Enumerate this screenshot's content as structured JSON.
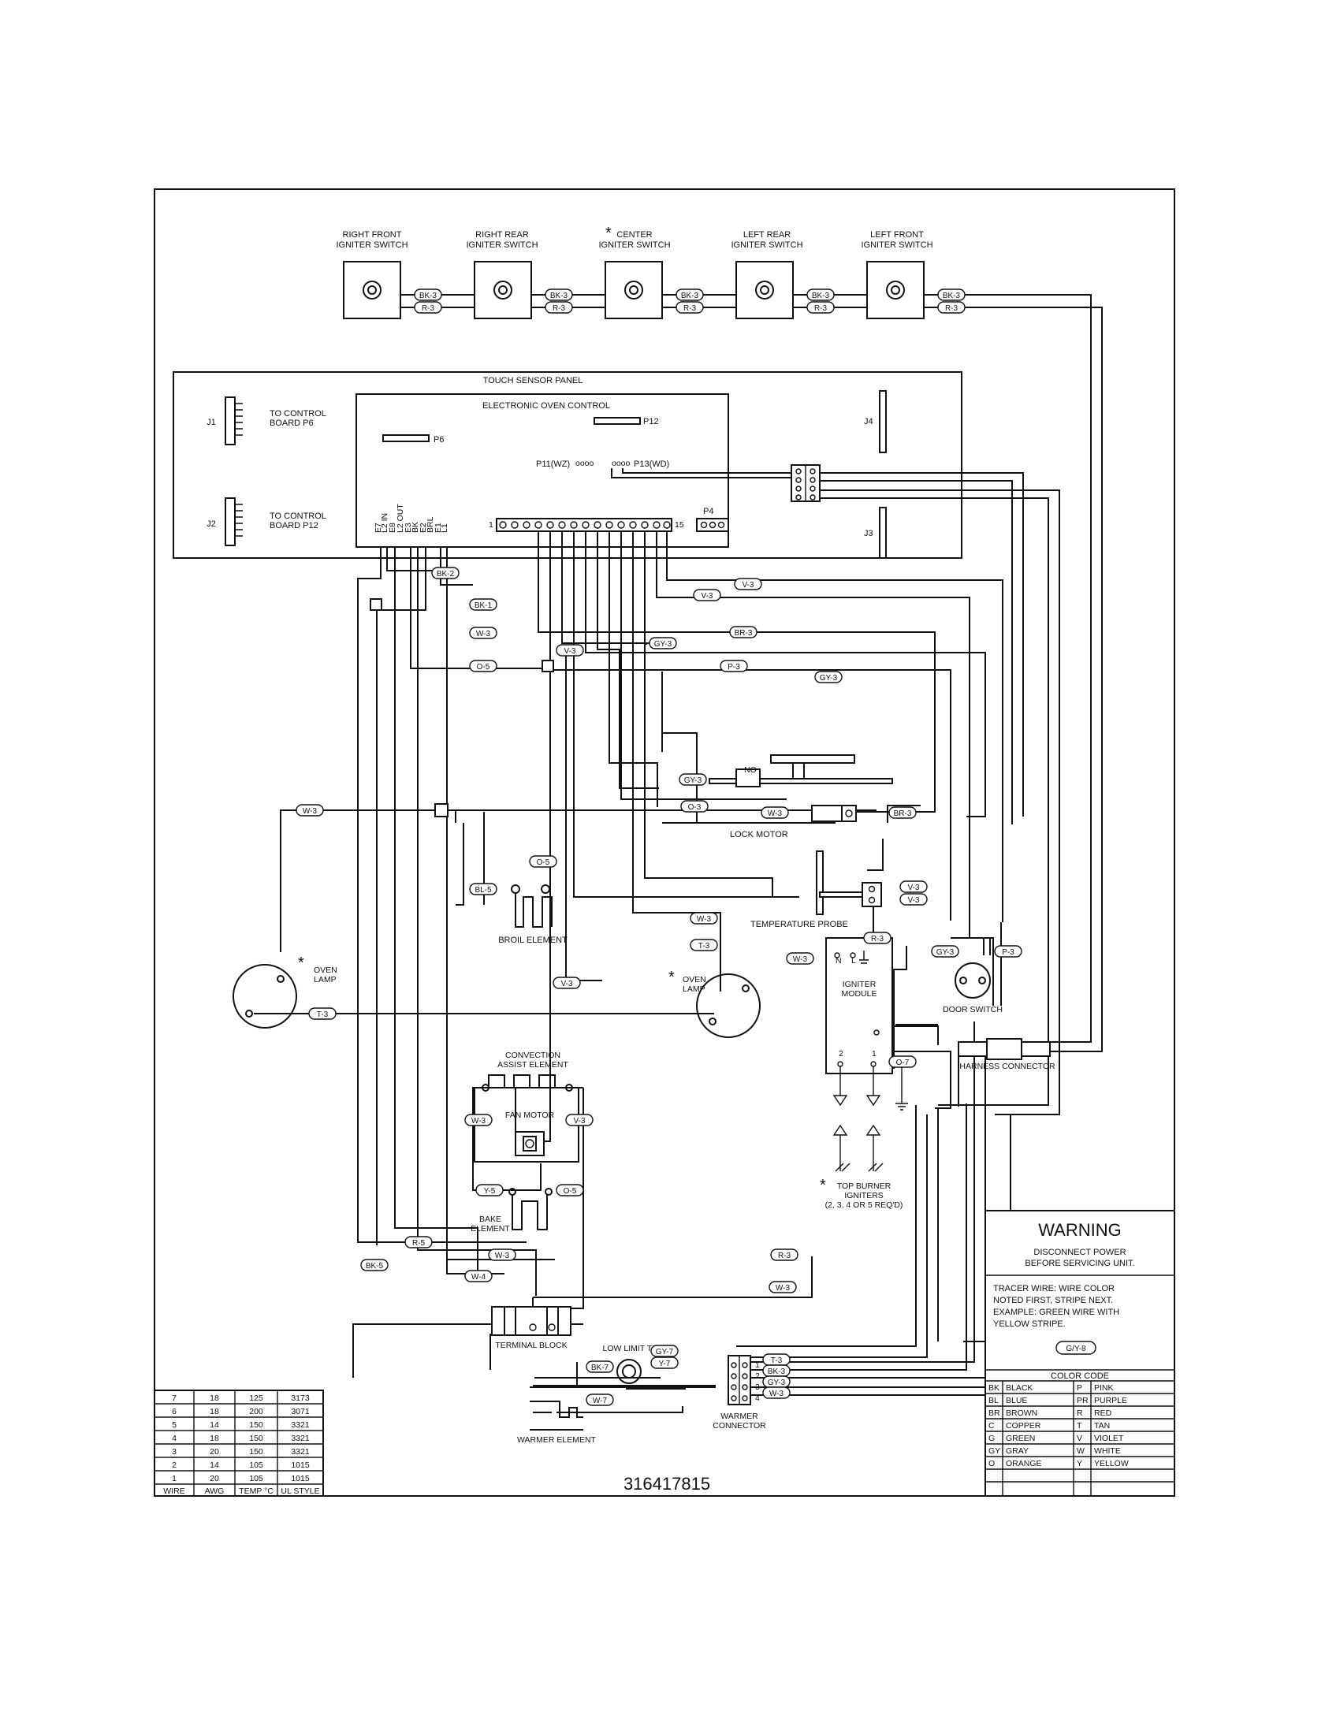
{
  "switches": [
    {
      "line1": "RIGHT FRONT",
      "line2": "IGNITER SWITCH"
    },
    {
      "line1": "RIGHT REAR",
      "line2": "IGNITER SWITCH"
    },
    {
      "line1": "CENTER",
      "line2": "IGNITER SWITCH"
    },
    {
      "line1": "LEFT REAR",
      "line2": "IGNITER SWITCH"
    },
    {
      "line1": "LEFT FRONT",
      "line2": "IGNITER SWITCH"
    }
  ],
  "switch_tags": [
    "BK-3",
    "R-3"
  ],
  "touch_panel": {
    "title": "TOUCH SENSOR PANEL",
    "j1": "J1",
    "j1_text1": "TO CONTROL",
    "j1_text2": "BOARD P6",
    "j2": "J2",
    "j2_text1": "TO CONTROL",
    "j2_text2": "BOARD P12",
    "j3": "J3",
    "j4": "J4"
  },
  "control": {
    "title": "ELECTRONIC OVEN CONTROL",
    "p6": "P6",
    "p12": "P12",
    "p11": "P11(WZ)",
    "p13": "P13(WD)",
    "p4": "P4",
    "pin_first": "1",
    "pin_last": "15",
    "relays": [
      "E7",
      "L2 IN",
      "E8",
      "L2 OUT",
      "E3",
      "BK",
      "E2",
      "BRL",
      "E1",
      "L1"
    ]
  },
  "wire_tags": [
    "BK-2",
    "BK-1",
    "V-3",
    "V-3",
    "BR-3",
    "W-3",
    "GY-3",
    "O-5",
    "V-3",
    "P-3",
    "GY-3",
    "GY-3",
    "O-3",
    "W-3",
    "BR-3",
    "W-3",
    "V-3",
    "V-3",
    "BL-5",
    "O-5",
    "W-3",
    "T-3",
    "R-3",
    "W-3",
    "GY-3",
    "P-3",
    "T-3",
    "V-3",
    "O-7",
    "W-3",
    "V-3",
    "Y-5",
    "O-5",
    "R-5",
    "W-3",
    "R-3",
    "BK-5",
    "W-4",
    "W-3",
    "GY-7",
    "Y-7",
    "BK-7",
    "W-7",
    "T-3",
    "BK-3",
    "GY-3",
    "W-3"
  ],
  "labels": {
    "no": "NO",
    "lock_motor": "LOCK MOTOR",
    "temp_probe": "TEMPERATURE PROBE",
    "broil": "BROIL ELEMENT",
    "oven_lamp_1": "OVEN",
    "oven_lamp_2": "LAMP",
    "igniter_1": "IGNITER",
    "igniter_2": "MODULE",
    "n": "N",
    "l": "L",
    "pin2": "2",
    "pin1": "1",
    "door_switch": "DOOR SWITCH",
    "harness": "HARNESS CONNECTOR",
    "conv_1": "CONVECTION",
    "conv_2": "ASSIST ELEMENT",
    "fan_motor": "FAN MOTOR",
    "top_1": "TOP BURNER",
    "top_2": "IGNITERS",
    "top_3": "(2, 3, 4 OR 5 REQ'D)",
    "bake_1": "BAKE",
    "bake_2": "ELEMENT",
    "terminal_block": "TERMINAL BLOCK",
    "low_limit": "LOW LIMIT THM",
    "warmer_element": "WARMER ELEMENT",
    "warmer_conn_1": "WARMER",
    "warmer_conn_2": "CONNECTOR",
    "wc_pins": [
      "1",
      "2",
      "3",
      "4"
    ],
    "part_number": "316417815"
  },
  "wire_table": {
    "headers": [
      "WIRE",
      "AWG",
      "TEMP °C",
      "UL STYLE"
    ],
    "rows": [
      [
        "7",
        "18",
        "125",
        "3173"
      ],
      [
        "6",
        "18",
        "200",
        "3071"
      ],
      [
        "5",
        "14",
        "150",
        "3321"
      ],
      [
        "4",
        "18",
        "150",
        "3321"
      ],
      [
        "3",
        "20",
        "150",
        "3321"
      ],
      [
        "2",
        "14",
        "105",
        "1015"
      ],
      [
        "1",
        "20",
        "105",
        "1015"
      ]
    ]
  },
  "warning": {
    "title": "WARNING",
    "line1": "DISCONNECT POWER",
    "line2": "BEFORE SERVICING UNIT.",
    "tracer1": "TRACER WIRE: WIRE COLOR",
    "tracer2": "NOTED FIRST, STRIPE NEXT.",
    "tracer3": "EXAMPLE: GREEN WIRE WITH",
    "tracer4": "YELLOW STRIPE.",
    "example": "G/Y-8",
    "color_title": "COLOR CODE",
    "colors": [
      [
        "BK",
        "BLACK",
        "P",
        "PINK"
      ],
      [
        "BL",
        "BLUE",
        "PR",
        "PURPLE"
      ],
      [
        "BR",
        "BROWN",
        "R",
        "RED"
      ],
      [
        "C",
        "COPPER",
        "T",
        "TAN"
      ],
      [
        "G",
        "GREEN",
        "V",
        "VIOLET"
      ],
      [
        "GY",
        "GRAY",
        "W",
        "WHITE"
      ],
      [
        "O",
        "ORANGE",
        "Y",
        "YELLOW"
      ]
    ]
  }
}
